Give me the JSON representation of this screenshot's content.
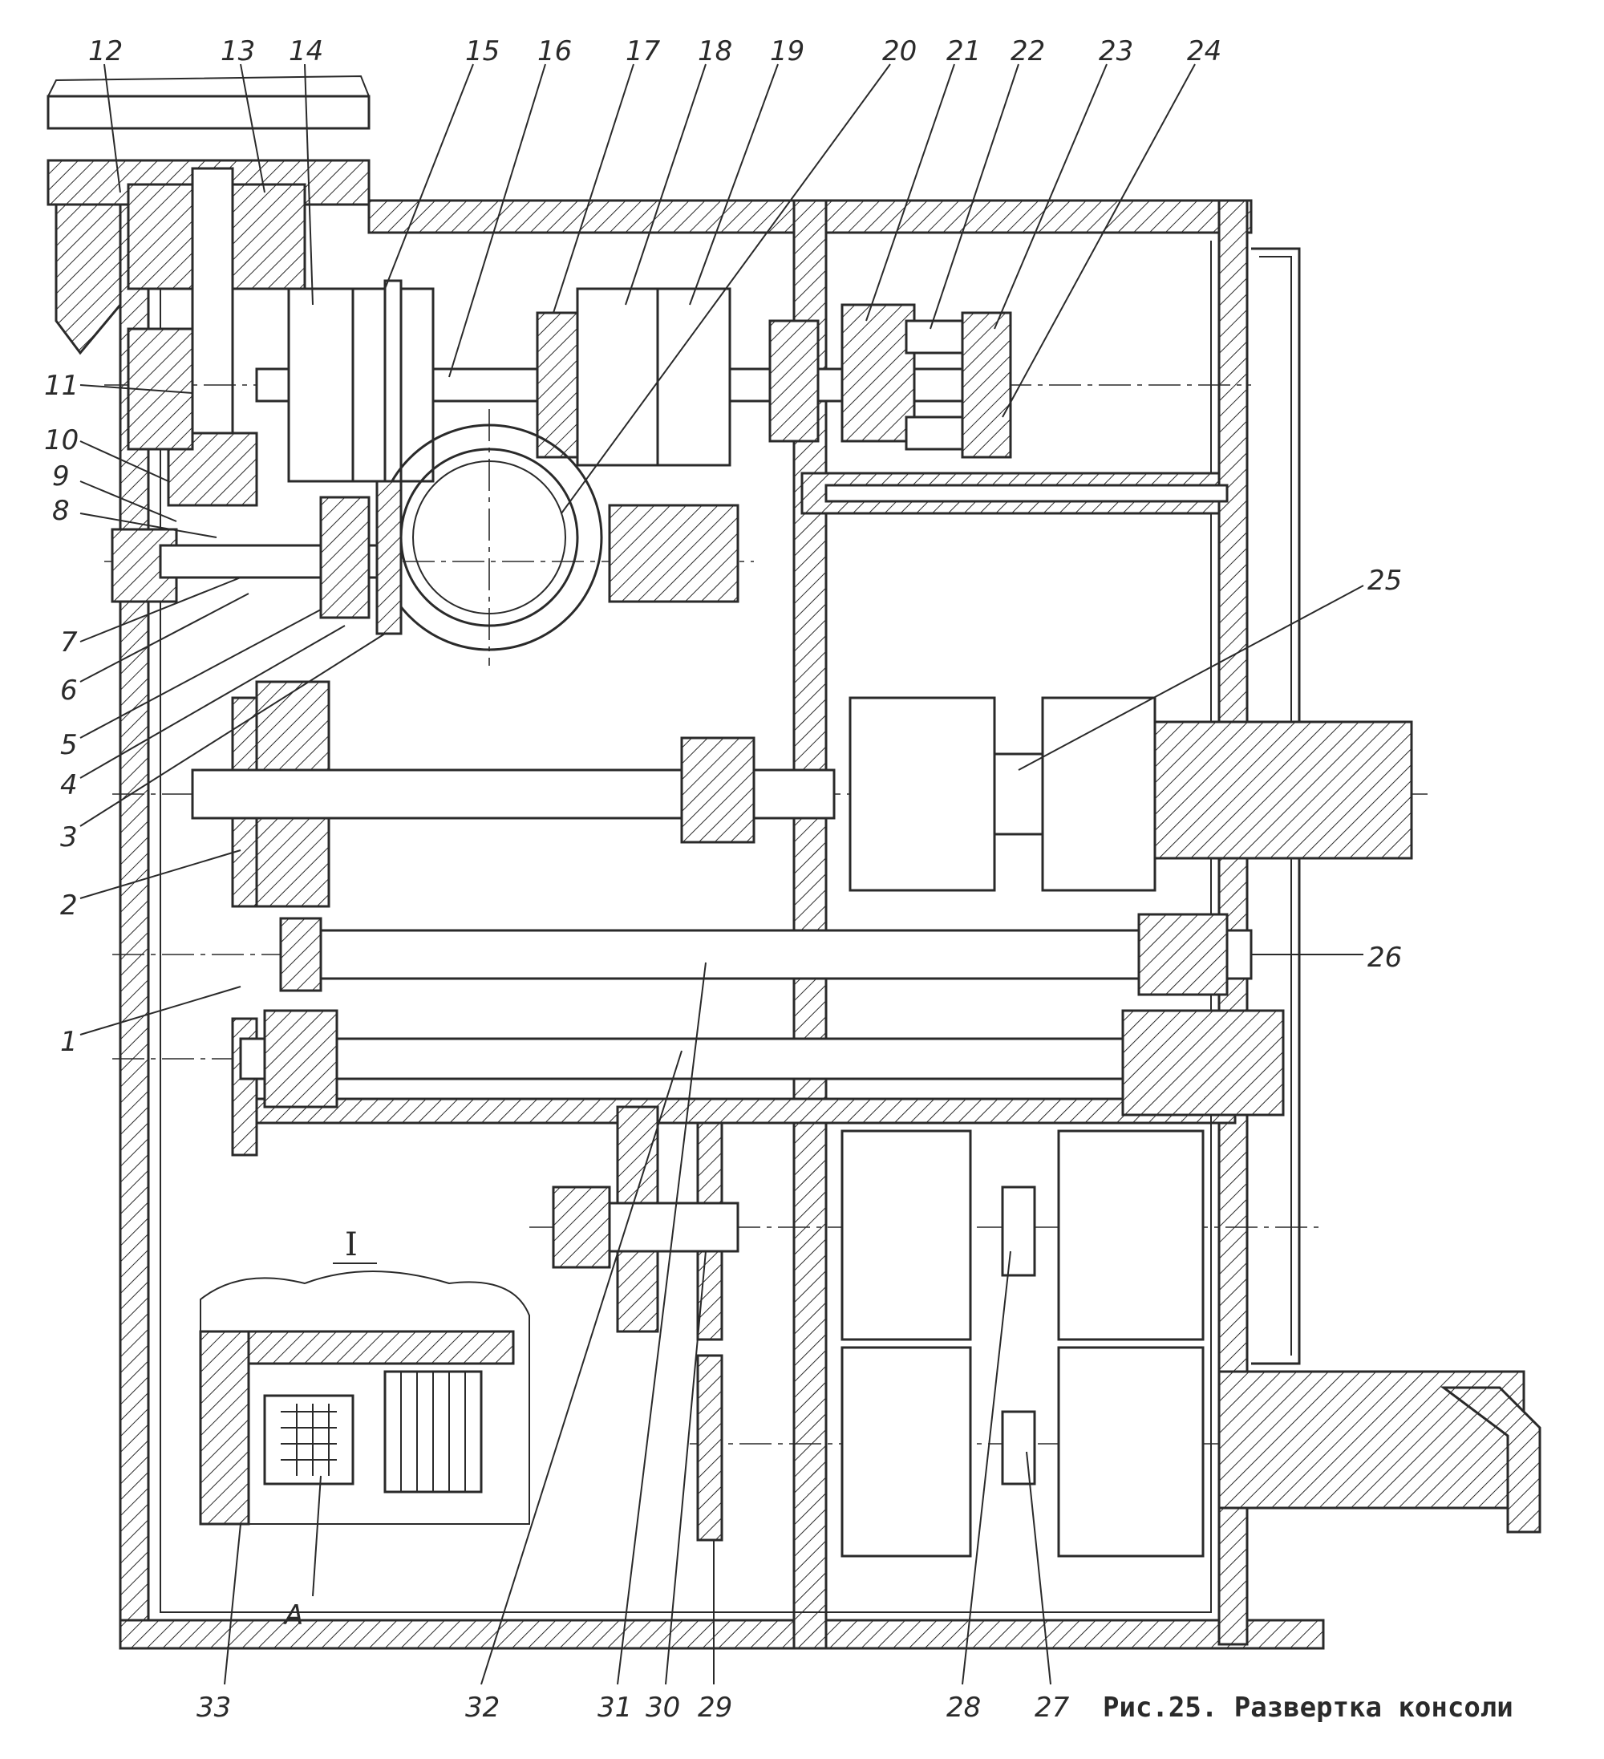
{
  "caption": "Рис.25. Развертка консоли",
  "section_mark": "I",
  "detail_mark": "A",
  "callouts": {
    "c1": "1",
    "c2": "2",
    "c3": "3",
    "c4": "4",
    "c5": "5",
    "c6": "6",
    "c7": "7",
    "c8": "8",
    "c9": "9",
    "c10": "10",
    "c11": "11",
    "c12": "12",
    "c13": "13",
    "c14": "14",
    "c15": "15",
    "c16": "16",
    "c17": "17",
    "c18": "18",
    "c19": "19",
    "c20": "20",
    "c21": "21",
    "c22": "22",
    "c23": "23",
    "c24": "24",
    "c25": "25",
    "c26": "26",
    "c27": "27",
    "c28": "28",
    "c29": "29",
    "c30": "30",
    "c31": "31",
    "c32": "32",
    "c33": "33"
  }
}
